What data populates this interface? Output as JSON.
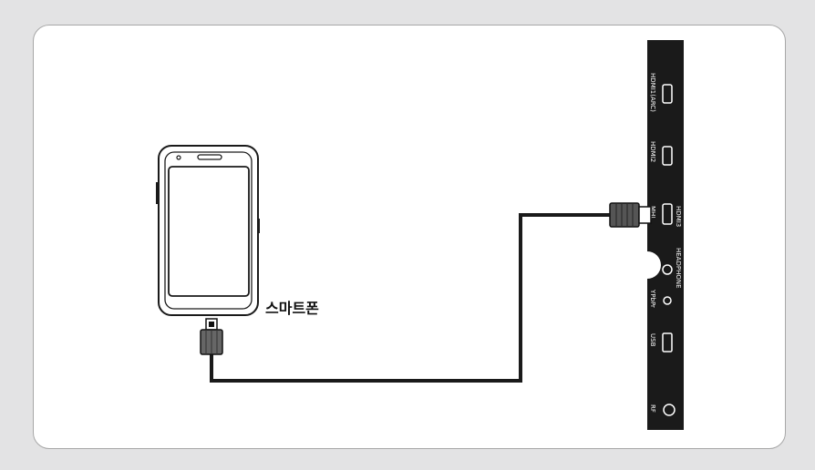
{
  "phone": {
    "label": "스마트폰"
  },
  "tv_panel": {
    "ports": [
      {
        "id": "hdmi1",
        "label": "HDMI1(ARC)"
      },
      {
        "id": "hdmi2",
        "label": "HDMI2"
      },
      {
        "id": "hdmi3",
        "label": "HDMI3",
        "label2": "MHL"
      },
      {
        "id": "headphone",
        "label": "HEADPHONE"
      },
      {
        "id": "ypbpr",
        "label": "YPbPr"
      },
      {
        "id": "usb",
        "label": "USB"
      },
      {
        "id": "rf",
        "label": "RF"
      }
    ]
  }
}
